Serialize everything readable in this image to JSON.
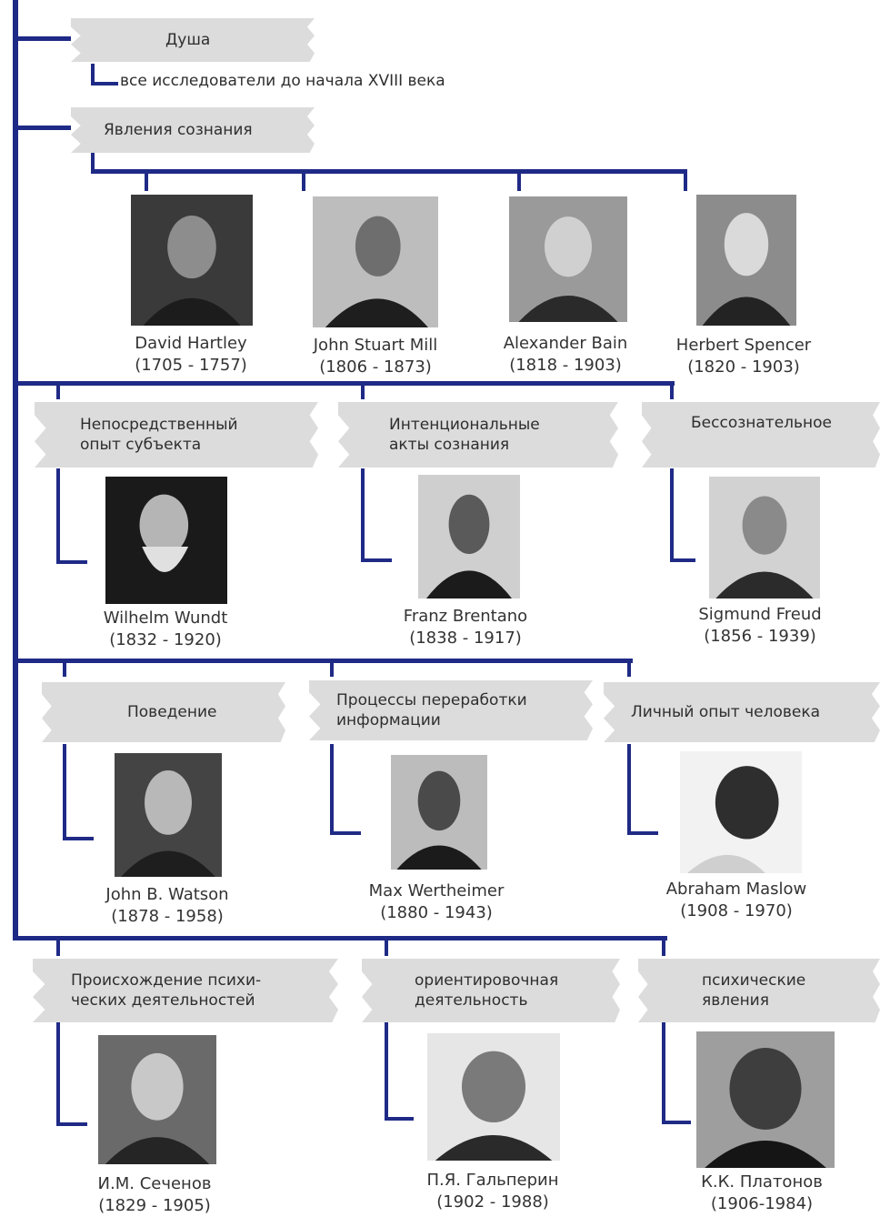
{
  "diagram": {
    "line_color": "#1f2a86",
    "banner_color": "#dcdcdc",
    "soul": {
      "label": "Душа",
      "note": "все исследователи до начала XVIII века"
    },
    "consciousness": {
      "label": "Явления сознания",
      "people": [
        {
          "name": "David Hartley",
          "years": "(1705 - 1757)"
        },
        {
          "name": "John Stuart Mill",
          "years": "(1806 - 1873)"
        },
        {
          "name": "Alexander Bain",
          "years": "(1818 - 1903)"
        },
        {
          "name": "Herbert Spencer",
          "years": "(1820 - 1903)"
        }
      ]
    },
    "row2": [
      {
        "label": "Непосредственный\nопыт субъекта",
        "name": "Wilhelm Wundt",
        "years": "(1832 - 1920)"
      },
      {
        "label": "Интенциональные\nакты сознания",
        "name": "Franz Brentano",
        "years": "(1838 - 1917)"
      },
      {
        "label": "Бессознательное",
        "name": "Sigmund Freud",
        "years": "(1856 - 1939)"
      }
    ],
    "row3": [
      {
        "label": "Поведение",
        "name": "John B. Watson",
        "years": "(1878 - 1958)"
      },
      {
        "label": "Процессы переработки\nинформации",
        "name": "Max Wertheimer",
        "years": "(1880 - 1943)"
      },
      {
        "label": "Личный опыт человека",
        "name": "Abraham Maslow",
        "years": "(1908 - 1970)"
      }
    ],
    "row4": [
      {
        "label": "Происхождение психи-\nческих деятельностей",
        "name": "И.М. Сеченов",
        "years": "(1829 - 1905)"
      },
      {
        "label": "ориентировочная\nдеятельность",
        "name": "П.Я. Гальперин",
        "years": "(1902 - 1988)"
      },
      {
        "label": "психические\nявления",
        "name": "К.К. Платонов",
        "years": "(1906-1984)"
      }
    ]
  }
}
